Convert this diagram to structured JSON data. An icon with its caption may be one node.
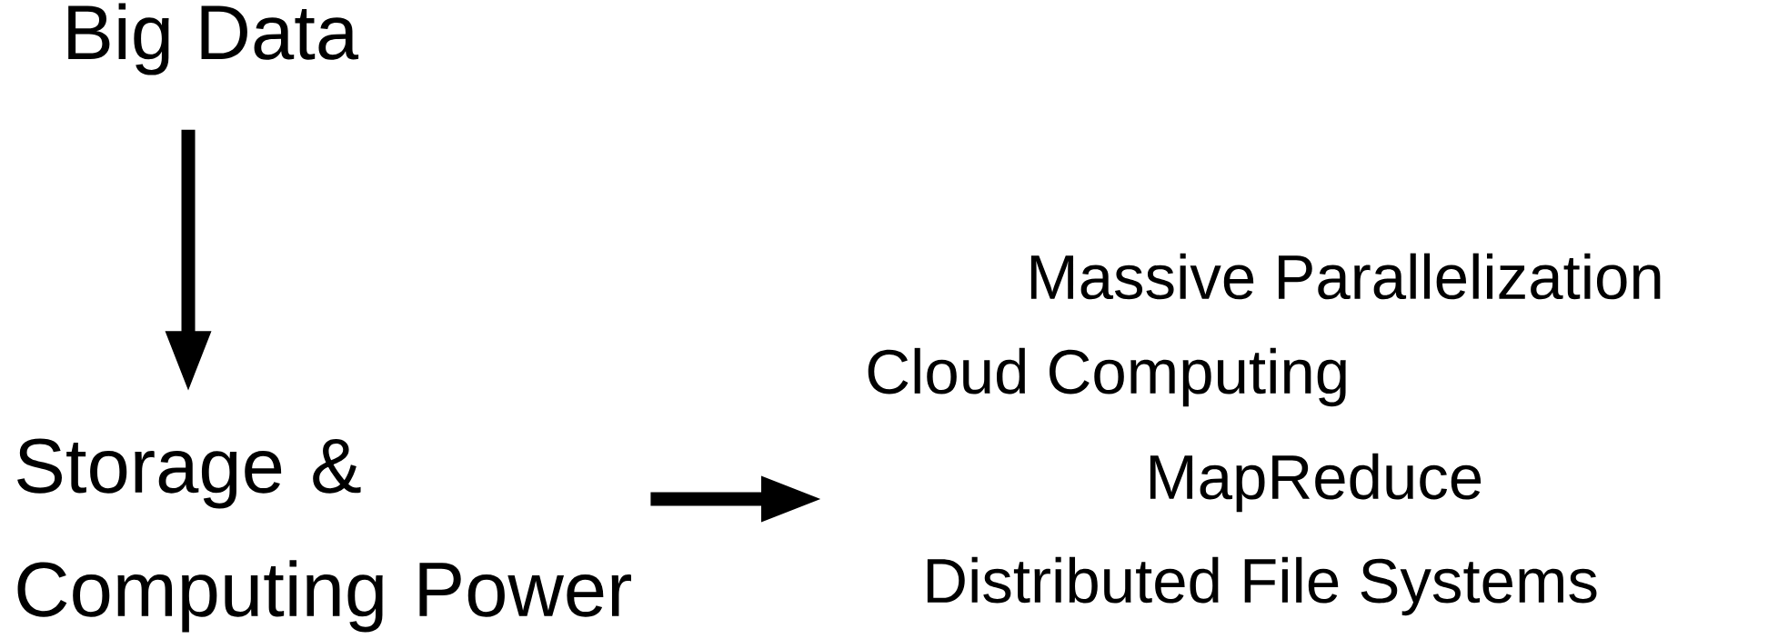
{
  "diagram": {
    "nodes": [
      {
        "text": [
          "Big Data"
        ]
      },
      {
        "text": [
          "Storage & Computing Power"
        ]
      }
    ],
    "edges": [
      {
        "from": 0,
        "to": 1,
        "arrow": "to"
      },
      {
        "from": 1,
        "to": null,
        "arrow": "to"
      }
    ],
    "labels": [
      "Massive Parallelization",
      "Cloud Computing",
      "MapReduce",
      "Distributed File Systems"
    ]
  }
}
